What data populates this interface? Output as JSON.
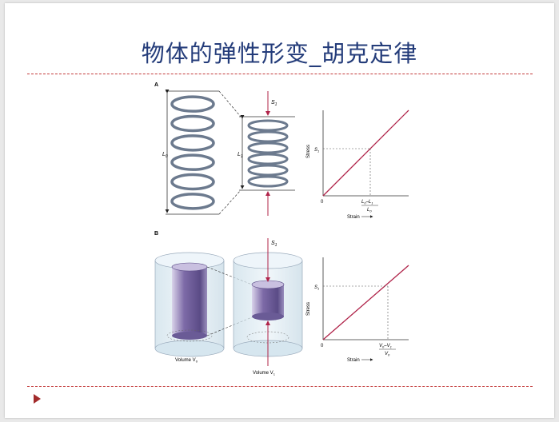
{
  "slide": {
    "title": "物体的弹性形变_胡克定律"
  },
  "figure": {
    "panel_a": {
      "label": "A",
      "length_original": "L",
      "length_original_sub": "0",
      "length_compressed": "L",
      "length_compressed_sub": "1",
      "stress_symbol": "S",
      "stress_sub": "1",
      "graph": {
        "y_axis_label": "Stress",
        "x_axis_label": "Strain",
        "origin": "0",
        "y_tick": "S",
        "y_tick_sub": "1",
        "x_tick_num": "L",
        "x_tick_num_a_sub": "0",
        "x_tick_minus": "–L",
        "x_tick_num_b_sub": "1",
        "x_tick_den": "L",
        "x_tick_den_sub": "0"
      }
    },
    "panel_b": {
      "label": "B",
      "stress_symbol": "S",
      "stress_sub": "1",
      "volume_left": "Volume V",
      "volume_left_sub": "0",
      "volume_right": "Volume V",
      "volume_right_sub": "1",
      "graph": {
        "y_axis_label": "Stress",
        "x_axis_label": "Strain",
        "origin": "0",
        "y_tick": "S",
        "y_tick_sub": "1",
        "x_tick_num": "V",
        "x_tick_num_a_sub": "0",
        "x_tick_minus": "–V",
        "x_tick_num_b_sub": "1",
        "x_tick_den": "V",
        "x_tick_den_sub": "0"
      }
    }
  },
  "colors": {
    "title": "#243c7a",
    "rule": "#c33a3a",
    "line": "#b0244a",
    "spring": "#6c7a8e",
    "cylinder": "#7f6aa6"
  },
  "icons": {
    "nav": "play-triangle-icon"
  }
}
